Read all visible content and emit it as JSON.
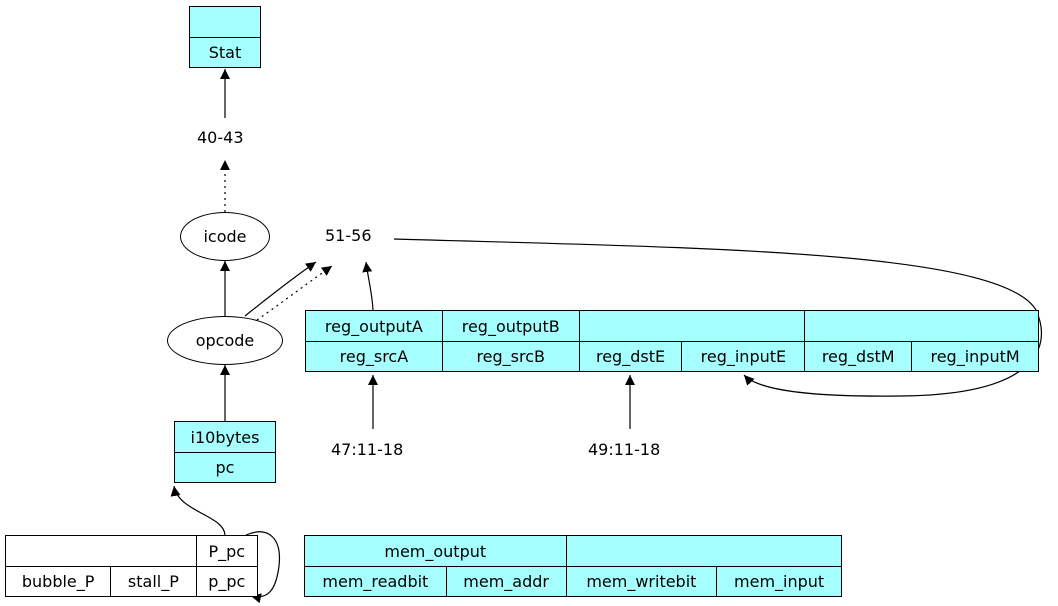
{
  "stat": {
    "top": "",
    "bottom": "Stat"
  },
  "labels": {
    "l40_43": "40-43",
    "l51_56": "51-56",
    "l47": "47:11-18",
    "l49": "49:11-18"
  },
  "nodes": {
    "icode": "icode",
    "opcode": "opcode"
  },
  "i10": {
    "top": "i10bytes",
    "bottom": "pc"
  },
  "reg": {
    "top": [
      "reg_outputA",
      "reg_outputB",
      "",
      ""
    ],
    "bottom": [
      "reg_srcA",
      "reg_srcB",
      "reg_dstE",
      "reg_inputE",
      "reg_dstM",
      "reg_inputM"
    ]
  },
  "p": {
    "top": [
      "",
      "P_pc"
    ],
    "bottom": [
      "bubble_P",
      "stall_P",
      "p_pc"
    ]
  },
  "mem": {
    "top": [
      "mem_output",
      ""
    ],
    "bottom": [
      "mem_readbit",
      "mem_addr",
      "mem_writebit",
      "mem_input"
    ]
  }
}
